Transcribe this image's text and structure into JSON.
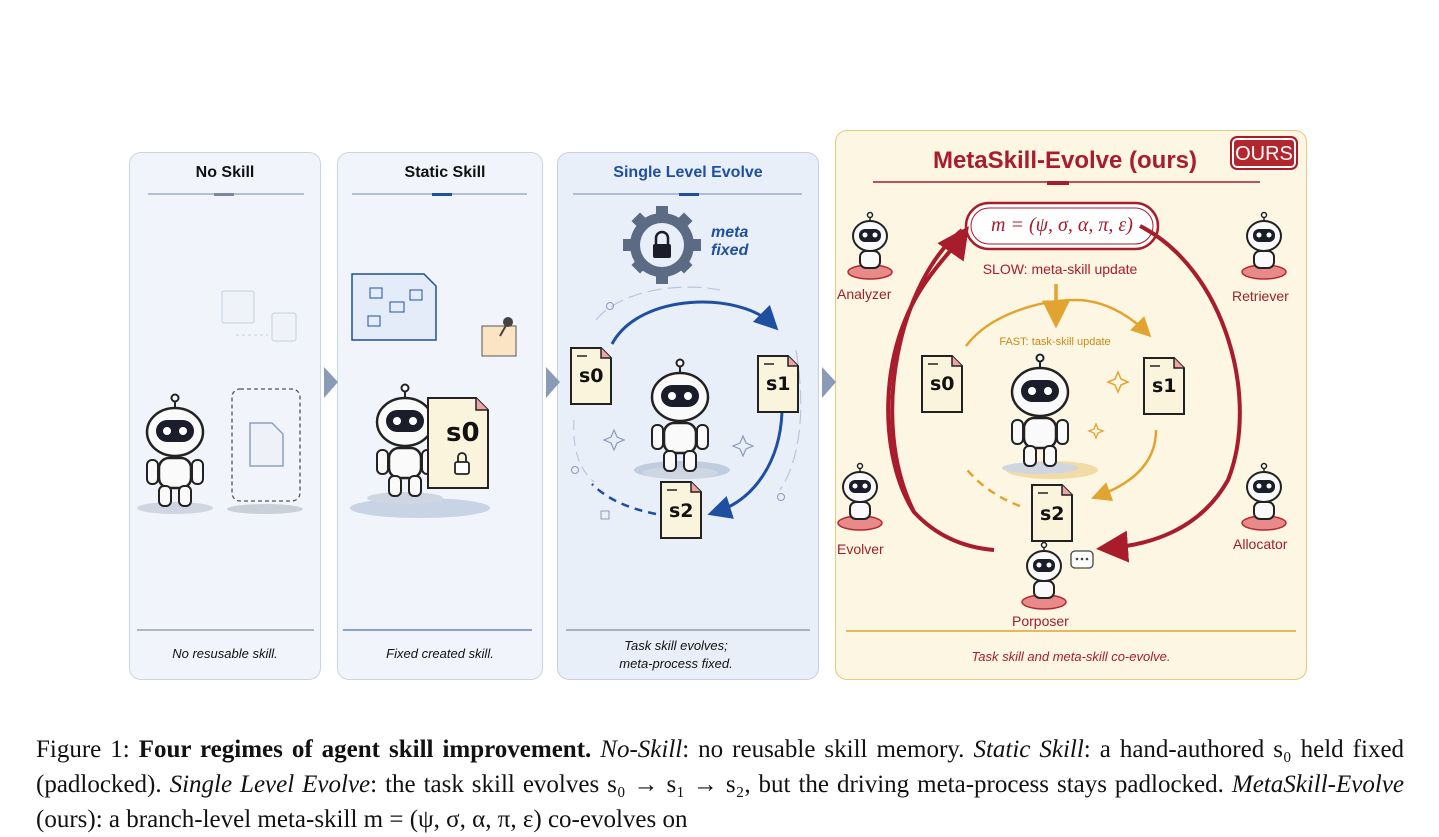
{
  "panels": {
    "no_skill": {
      "title": "No Skill",
      "caption": "No resusable skill."
    },
    "static_skill": {
      "title": "Static Skill",
      "caption": "Fixed created skill."
    },
    "single_level": {
      "title": "Single Level Evolve",
      "caption_line1": "Task skill evolves;",
      "caption_line2": "meta-process fixed.",
      "meta_line1": "meta",
      "meta_line2": "fixed"
    },
    "metaskill": {
      "title": "MetaSkill-Evolve (ours)",
      "badge": "OURS",
      "formula": "m = (ψ, σ, α, π, ε)",
      "slow_label": "SLOW: meta-skill update",
      "fast_label": "FAST: task-skill update",
      "caption": "Task skill and meta-skill co-evolve.",
      "roles": {
        "analyzer": "Analyzer",
        "retriever": "Retriever",
        "evolver": "Evolver",
        "allocator": "Allocator",
        "porposer": "Porposer"
      }
    }
  },
  "docs": {
    "s0": "s0",
    "s1": "s1",
    "s2": "s2"
  },
  "figure_caption": {
    "label": "Figure 1:",
    "bold": "Four regimes of agent skill improvement.",
    "t1_i": "No-Skill",
    "t1": ": no reusable skill memory.",
    "t2_i": "Static Skill",
    "t2": ": a hand-authored s₀ held fixed (padlocked).",
    "t3_i": "Single Level Evolve",
    "t3": ": the task skill evolves s₀ → s₁ → s₂, but the driving meta-process stays padlocked.",
    "t4_i": "MetaSkill-Evolve",
    "t4": " (ours): a branch-level meta-skill m = (ψ, σ, α, π, ε) co-evolves on"
  },
  "colors": {
    "blue": "#1f4fa0",
    "red": "#a81c2c",
    "orange": "#e2a431",
    "paper": "#fbf4dc"
  }
}
